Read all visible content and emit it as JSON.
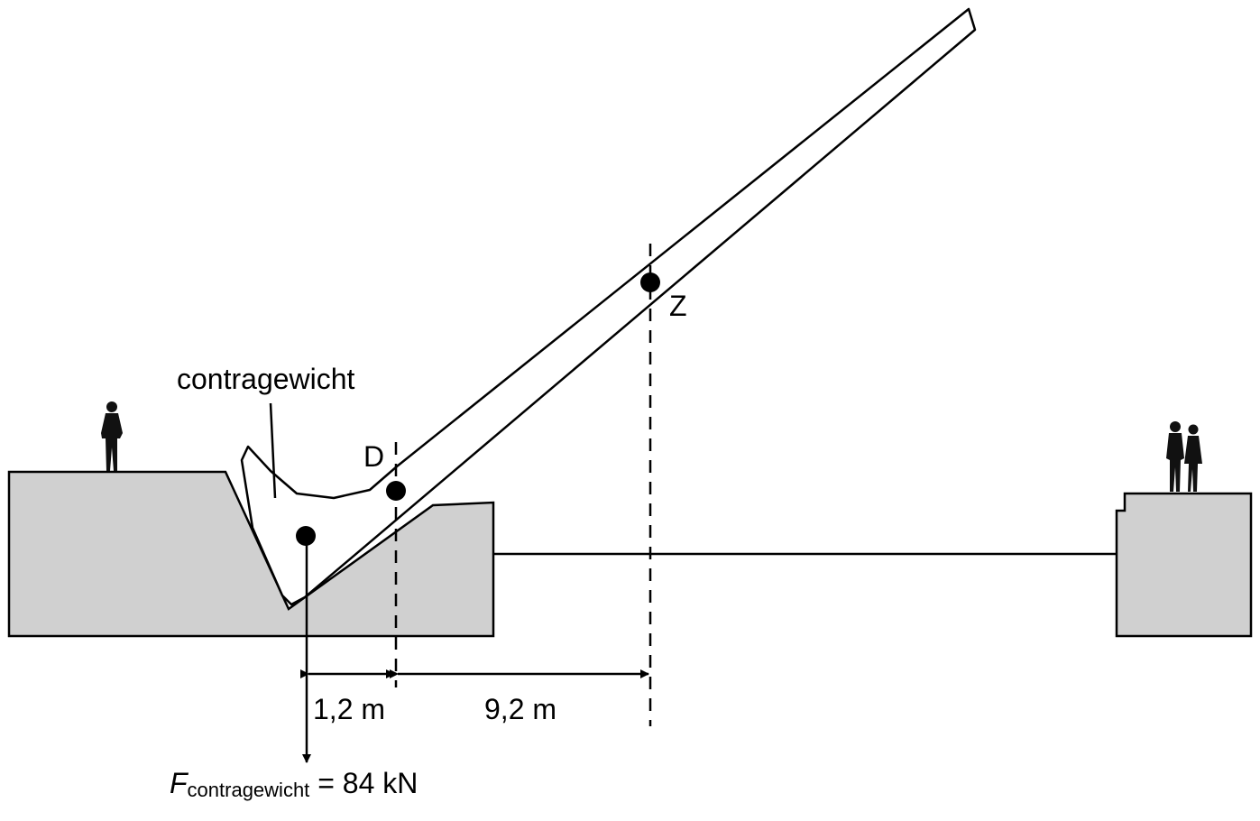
{
  "labels": {
    "counterweight": "contragewicht",
    "pivot": "D",
    "center_of_gravity": "Z",
    "dist_left": "1,2 m",
    "dist_right": "9,2 m"
  },
  "force": {
    "symbol": "F",
    "subscript": "contragewicht",
    "value": "= 84 kN"
  },
  "colors": {
    "ground_fill": "#d0d0d0",
    "stroke": "#000000",
    "background": "#ffffff"
  }
}
